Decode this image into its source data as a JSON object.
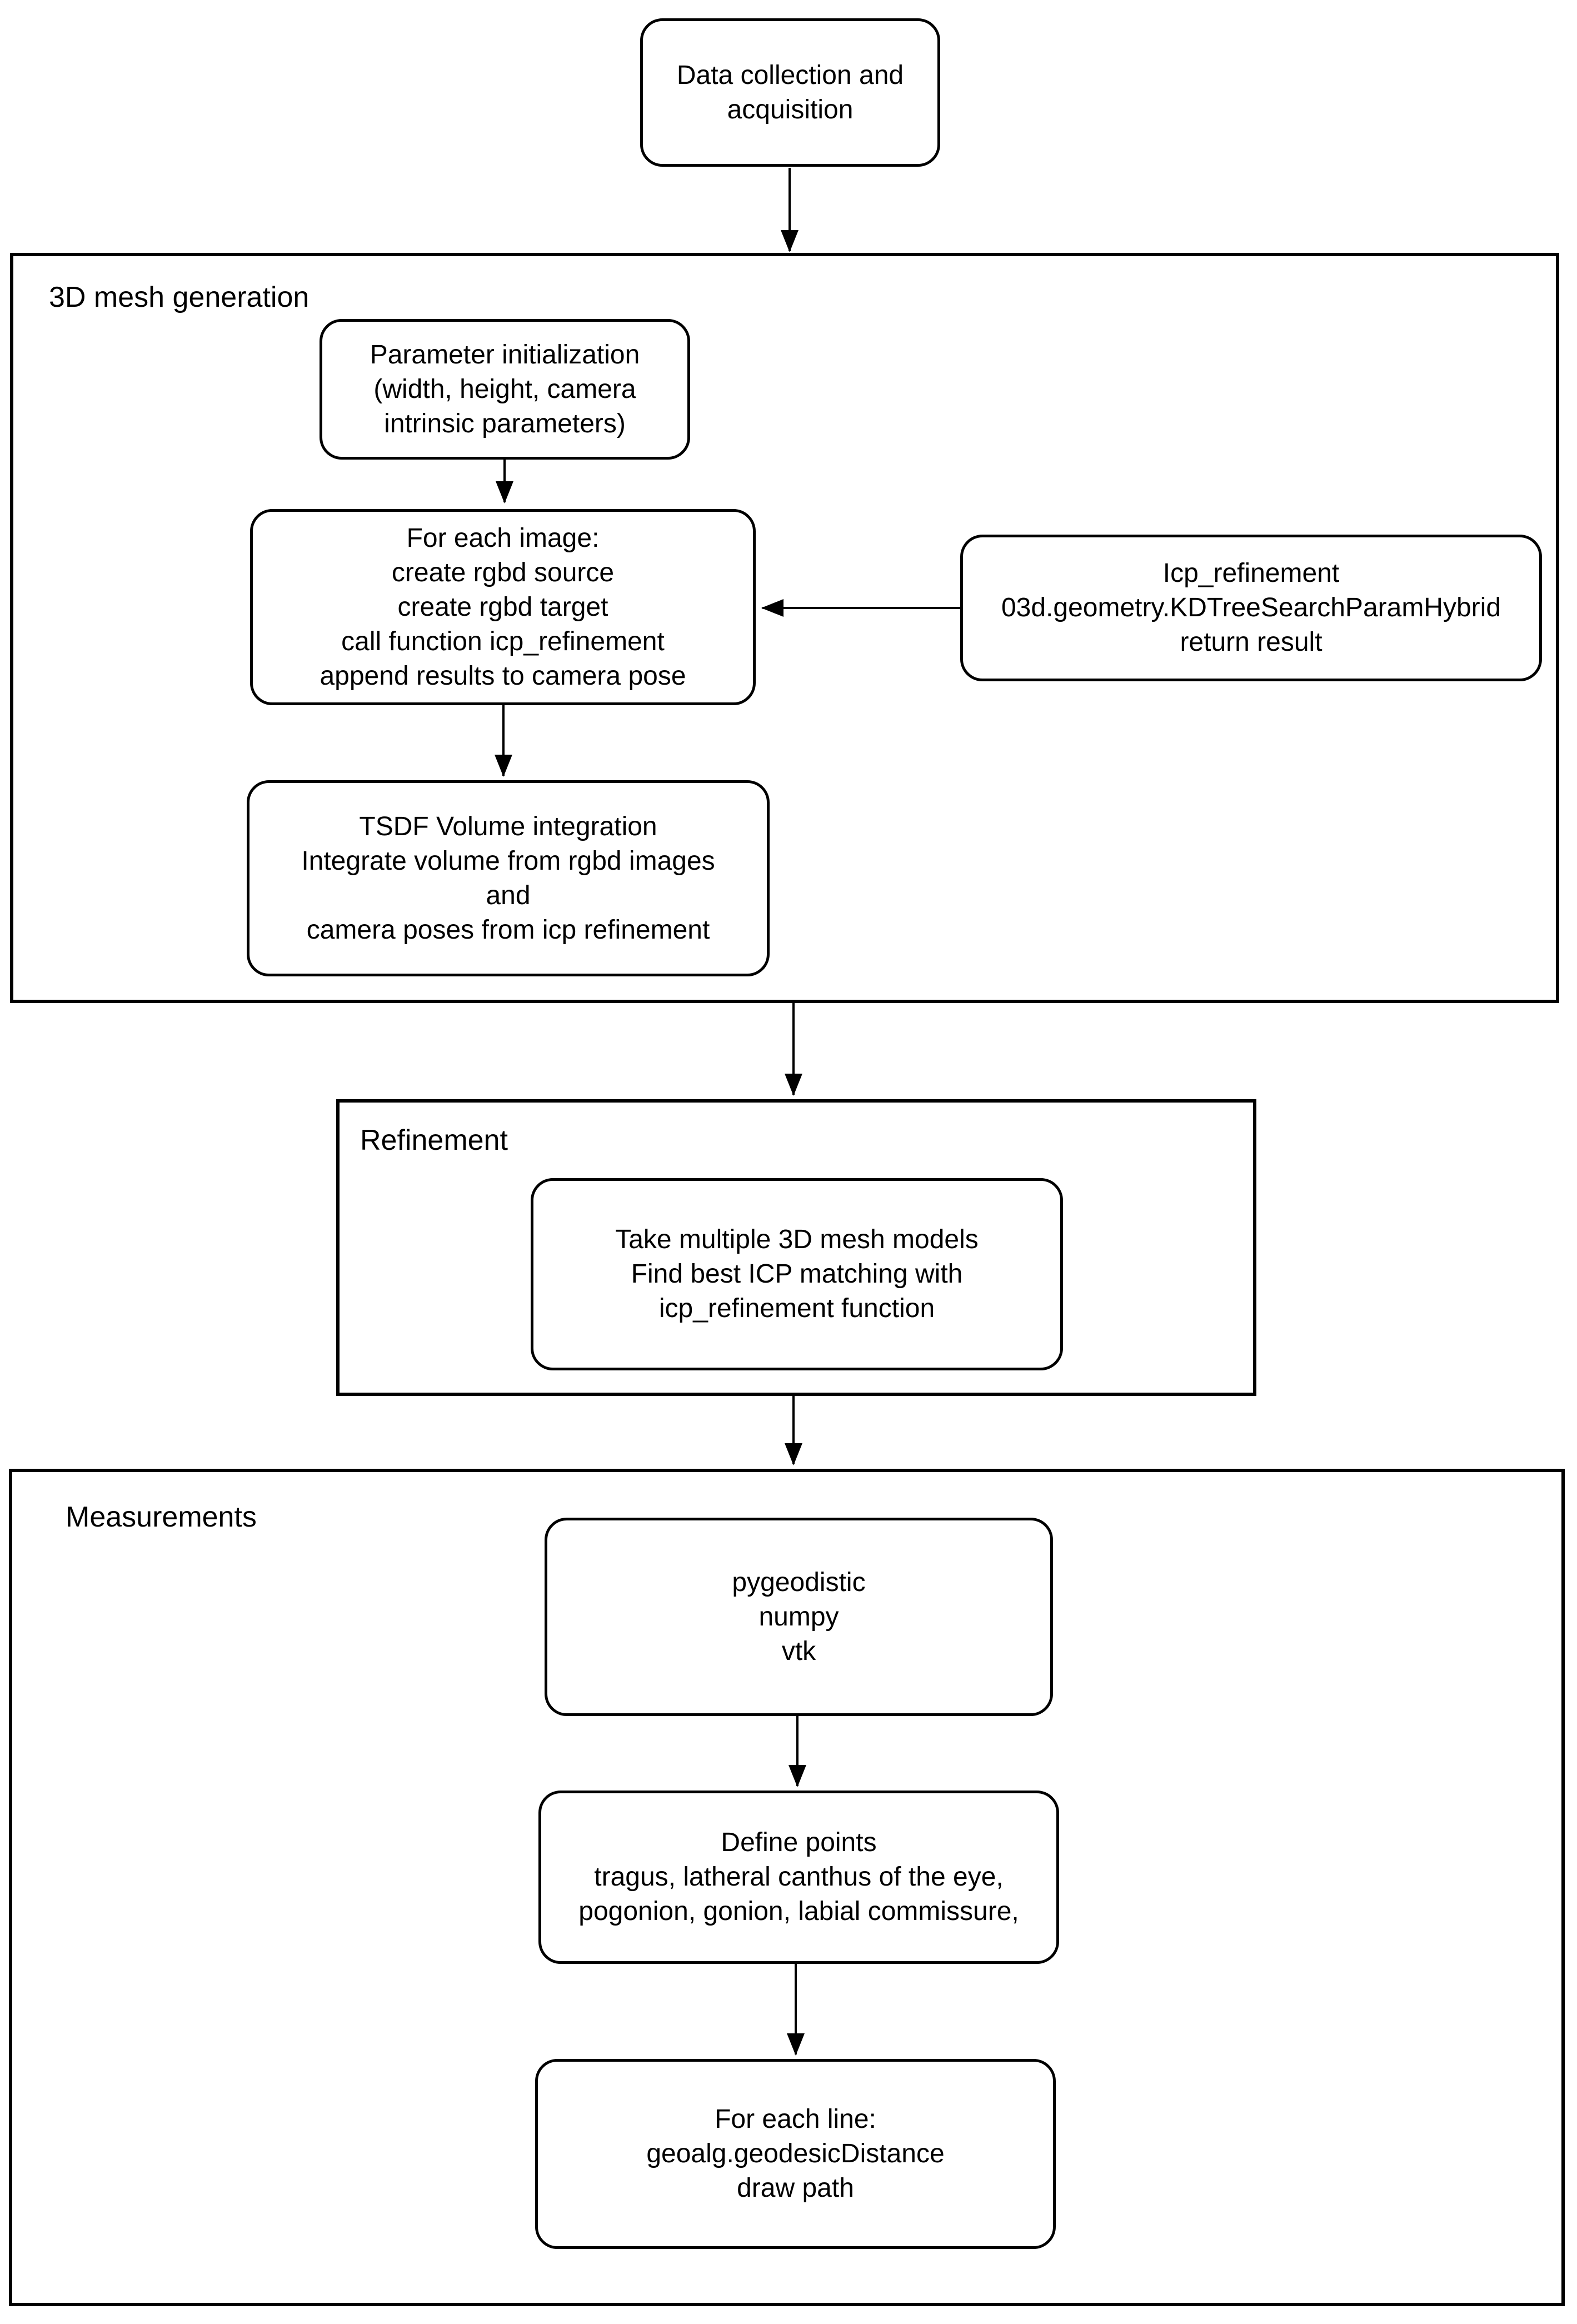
{
  "figure": {
    "background": "#ffffff",
    "stroke": "#000000",
    "containers": {
      "mesh_gen": "3D mesh generation",
      "refinement": "Refinement",
      "measurements": "Measurements"
    },
    "nodes": {
      "data_collection": "Data collection and\nacquisition",
      "param_init": "Parameter initialization\n(width, height, camera\nintrinsic parameters)",
      "for_each_image": "For each image:\ncreate rgbd source\ncreate rgbd target\ncall function icp_refinement\nappend results to camera pose",
      "icp_refinement": "Icp_refinement\n03d.geometry.KDTreeSearchParamHybrid\nreturn result",
      "tsdf": "TSDF Volume integration\nIntegrate volume from rgbd images\nand\ncamera poses from icp refinement",
      "take_multiple": "Take multiple 3D mesh models\nFind best ICP matching with\nicp_refinement function",
      "pygeodistic": "pygeodistic\nnumpy\nvtk",
      "define_points": "Define points\ntragus, latheral canthus of the eye,\npogonion, gonion, labial commissure,",
      "for_each_line": "For each line:\ngeoalg.geodesicDistance\ndraw path"
    }
  }
}
